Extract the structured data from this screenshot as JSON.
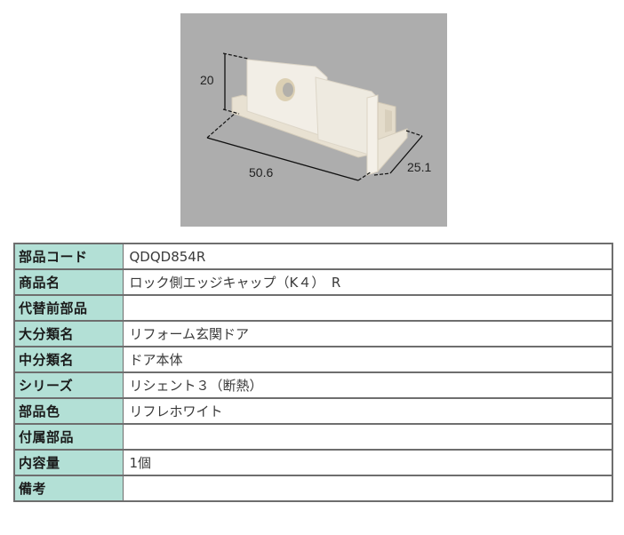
{
  "product_image": {
    "alt": "ロック側エッジキャップ product photo with dimensions",
    "background_color": "#adadad",
    "dimensions": {
      "height": "20",
      "width": "50.6",
      "depth": "25.1"
    }
  },
  "spec_table": {
    "label_color": "#b3e0d6",
    "rows": [
      {
        "label": "部品コード",
        "value": "QDQD854R"
      },
      {
        "label": "商品名",
        "value": "ロック側エッジキャップ（K４）　R"
      },
      {
        "label": "代替前部品",
        "value": ""
      },
      {
        "label": "大分類名",
        "value": "リフォーム玄関ドア"
      },
      {
        "label": "中分類名",
        "value": "ドア本体"
      },
      {
        "label": "シリーズ",
        "value": "リシェント３（断熱）"
      },
      {
        "label": "部品色",
        "value": "リフレホワイト"
      },
      {
        "label": "付属部品",
        "value": ""
      },
      {
        "label": "内容量",
        "value": "1個"
      },
      {
        "label": "備考",
        "value": ""
      }
    ]
  }
}
